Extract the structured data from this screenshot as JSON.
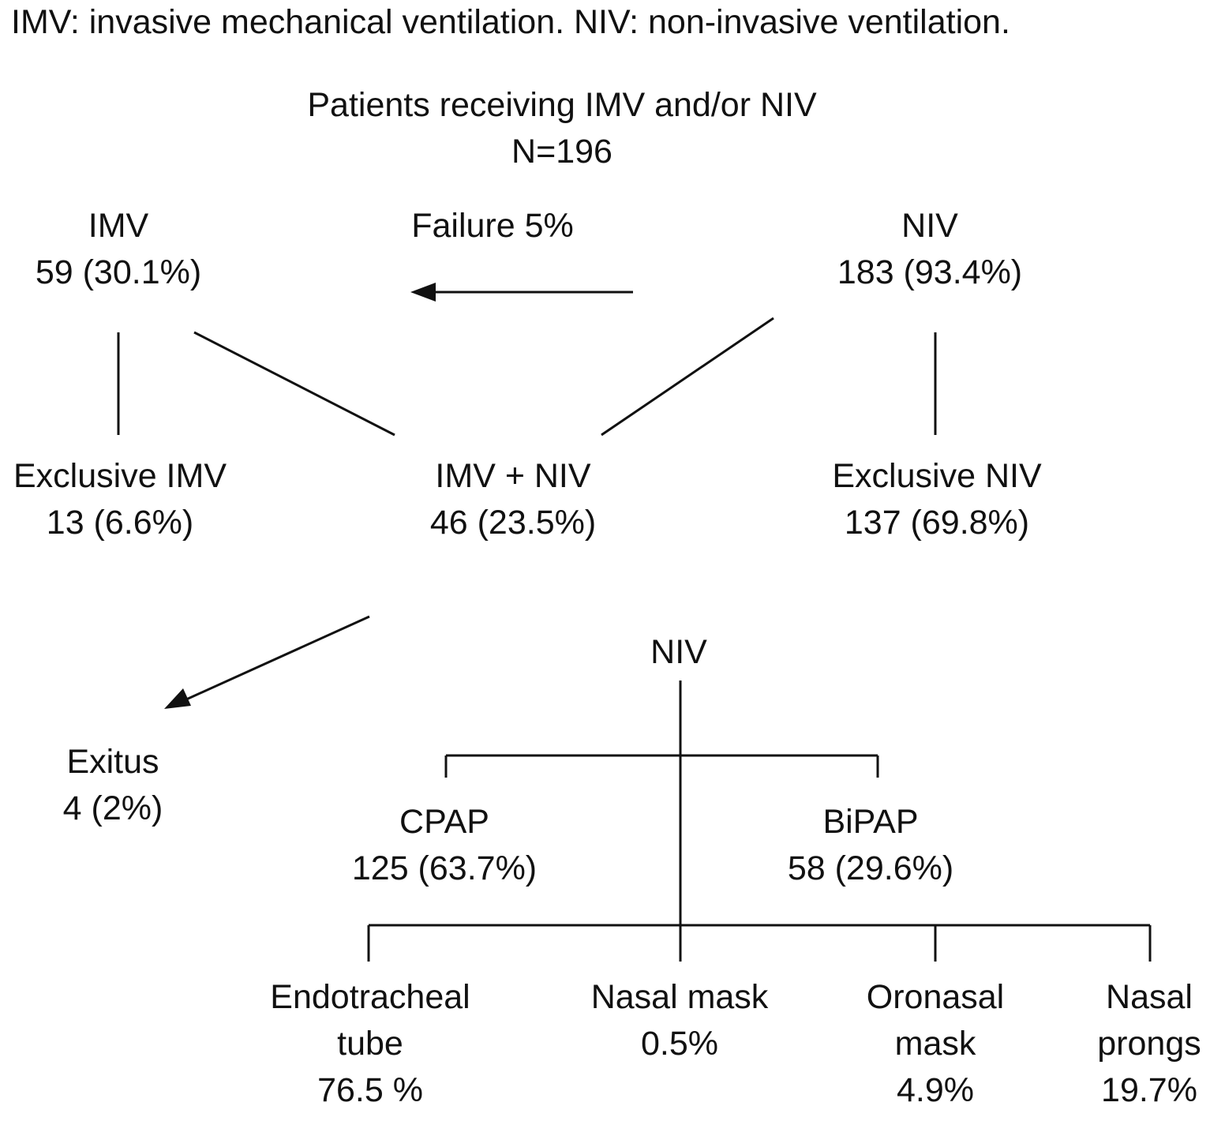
{
  "caption": "IMV: invasive mechanical ventilation. NIV: non-invasive ventilation.",
  "root": {
    "title": "Patients receiving IMV and/or NIV",
    "value": "N=196"
  },
  "imv": {
    "title": "IMV",
    "value": "59 (30.1%)"
  },
  "niv": {
    "title": "NIV",
    "value": "183 (93.4%)"
  },
  "failure_label": "Failure 5%",
  "exclusive_imv": {
    "title": "Exclusive IMV",
    "value": "13 (6.6%)"
  },
  "imv_niv": {
    "title": "IMV + NIV",
    "value": "46 (23.5%)"
  },
  "exclusive_niv": {
    "title": "Exclusive NIV",
    "value": "137 (69.8%)"
  },
  "exitus": {
    "title": "Exitus",
    "value": "4 (2%)"
  },
  "niv_modes": {
    "title": "NIV",
    "cpap": {
      "title": "CPAP",
      "value": "125 (63.7%)"
    },
    "bipap": {
      "title": "BiPAP",
      "value": "58 (29.6%)"
    }
  },
  "interfaces": [
    {
      "line1": "Endotracheal",
      "line2": "tube",
      "value": "76.5 %"
    },
    {
      "line1": "Nasal mask",
      "line2": "0.5%",
      "value": ""
    },
    {
      "line1": "Oronasal",
      "line2": "mask",
      "value": "4.9%"
    },
    {
      "line1": "Nasal",
      "line2": "prongs",
      "value": "19.7%"
    }
  ]
}
